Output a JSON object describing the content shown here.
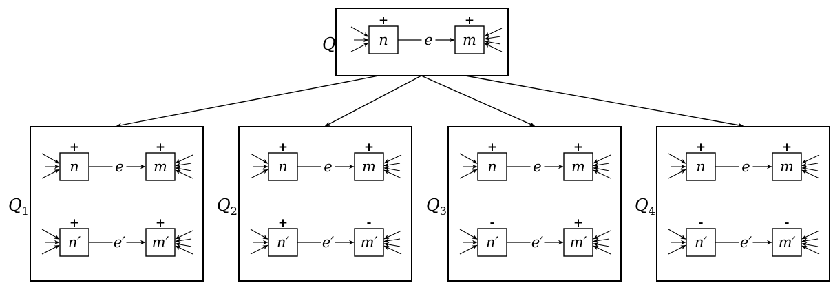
{
  "root": {
    "label": "Q",
    "rows": [
      {
        "n": "n",
        "m": "m",
        "e": "e",
        "sign_n": "+",
        "sign_m": "+"
      }
    ]
  },
  "children": [
    {
      "label": "Q",
      "sub": "1",
      "rows": [
        {
          "n": "n",
          "m": "m",
          "e": "e",
          "sign_n": "+",
          "sign_m": "+"
        },
        {
          "n": "n′",
          "m": "m′",
          "e": "e′",
          "sign_n": "+",
          "sign_m": "+"
        }
      ]
    },
    {
      "label": "Q",
      "sub": "2",
      "rows": [
        {
          "n": "n",
          "m": "m",
          "e": "e",
          "sign_n": "+",
          "sign_m": "+"
        },
        {
          "n": "n′",
          "m": "m′",
          "e": "e′",
          "sign_n": "+",
          "sign_m": "-"
        }
      ]
    },
    {
      "label": "Q",
      "sub": "3",
      "rows": [
        {
          "n": "n",
          "m": "m",
          "e": "e",
          "sign_n": "+",
          "sign_m": "+"
        },
        {
          "n": "n′",
          "m": "m′",
          "e": "e′",
          "sign_n": "-",
          "sign_m": "+"
        }
      ]
    },
    {
      "label": "Q",
      "sub": "4",
      "rows": [
        {
          "n": "n",
          "m": "m",
          "e": "e",
          "sign_n": "+",
          "sign_m": "+"
        },
        {
          "n": "n′",
          "m": "m′",
          "e": "e′",
          "sign_n": "-",
          "sign_m": "-"
        }
      ]
    }
  ]
}
